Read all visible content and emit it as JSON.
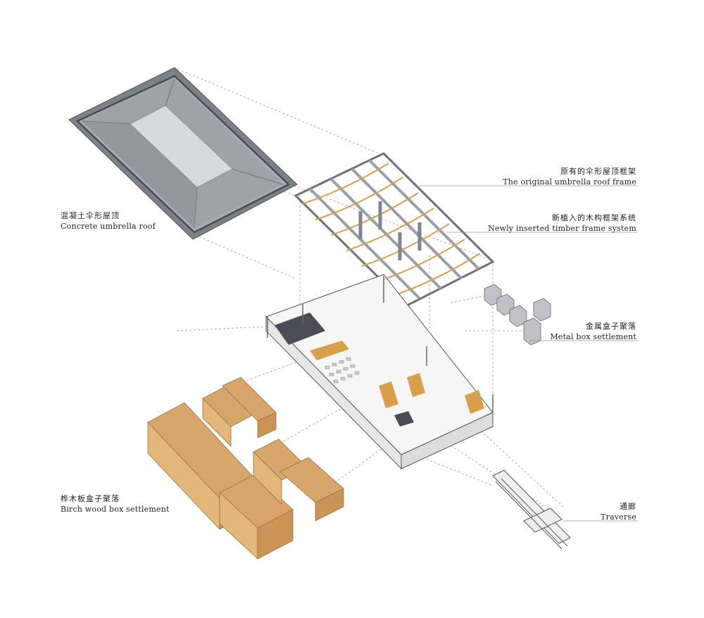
{
  "labels": {
    "concrete_roof": {
      "zh": "混凝土伞形屋顶",
      "en": "Concrete umbrella roof"
    },
    "original_frame": {
      "zh": "原有的伞形屋顶框架",
      "en": "The original umbrella roof frame"
    },
    "timber_frame": {
      "zh": "新植入的木构框架系统",
      "en": "Newly inserted timber frame system"
    },
    "metal_box": {
      "zh": "金属盒子聚落",
      "en": "Metal box settlement"
    },
    "birch_box": {
      "zh": "桦木板盒子聚落",
      "en": "Birch wood box settlement"
    },
    "traverse": {
      "zh": "通廊",
      "en": "Traverse"
    }
  },
  "colors": {
    "concrete_dark": "#7c8088",
    "concrete_mid": "#a6aab1",
    "concrete_light": "#cdd1d6",
    "steel": "#9aa0a8",
    "timber": "#d9a04a",
    "birch_top": "#d8a56a",
    "birch_side": "#c99456",
    "birch_face": "#e3b77a",
    "line": "#555555",
    "leader": "#999999"
  }
}
